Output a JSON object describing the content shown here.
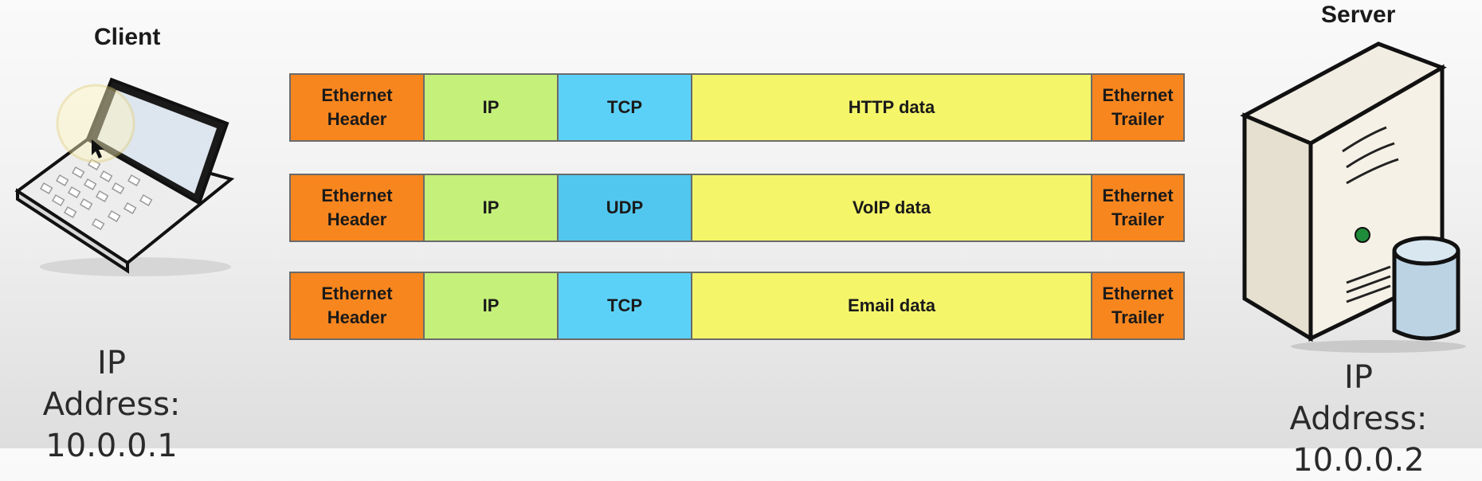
{
  "client": {
    "label": "Client",
    "ip_line1": "IP Address:",
    "ip_line2": "10.0.0.1",
    "icon": "laptop-icon"
  },
  "server": {
    "label": "Server",
    "ip_line1": "IP Address:",
    "ip_line2": "10.0.0.2",
    "icon": "server-icon"
  },
  "frames": [
    {
      "eth_header": [
        "Ethernet",
        "Header"
      ],
      "ip": "IP",
      "transport": "TCP",
      "data": "HTTP data",
      "eth_trailer": [
        "Ethernet",
        "Trailer"
      ]
    },
    {
      "eth_header": [
        "Ethernet",
        "Header"
      ],
      "ip": "IP",
      "transport": "UDP",
      "data": "VoIP data",
      "eth_trailer": [
        "Ethernet",
        "Trailer"
      ]
    },
    {
      "eth_header": [
        "Ethernet",
        "Header"
      ],
      "ip": "IP",
      "transport": "TCP",
      "data": "Email data",
      "eth_trailer": [
        "Ethernet",
        "Trailer"
      ]
    }
  ],
  "colors": {
    "ethernet": "#f7861f",
    "ip": "#c5f07a",
    "tcp": "#5cd1f7",
    "udp": "#51c7ef",
    "data": "#f4f569"
  }
}
